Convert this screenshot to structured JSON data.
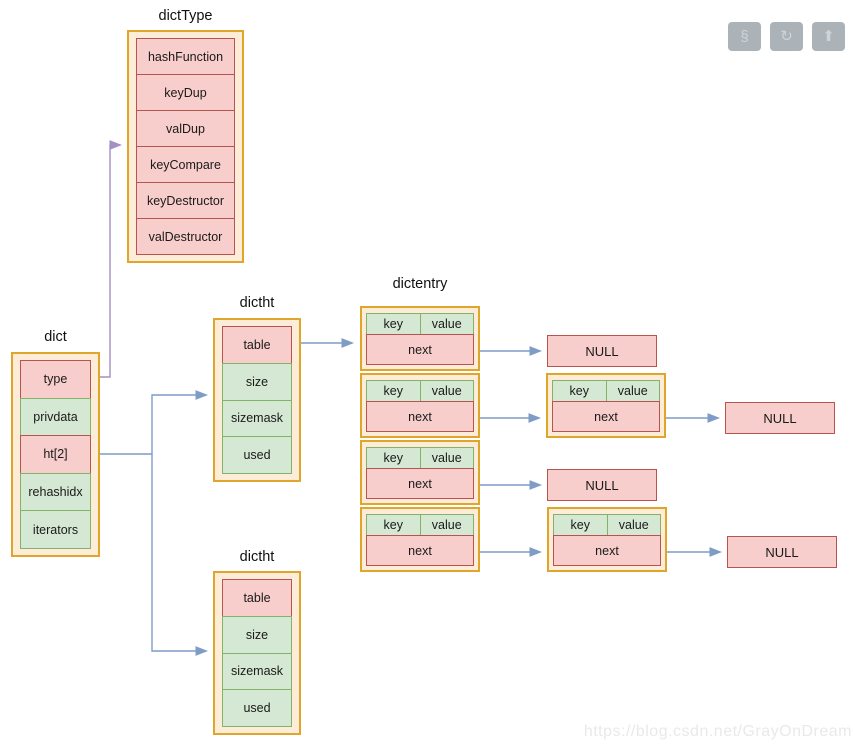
{
  "structs": {
    "dictType": {
      "title": "dictType",
      "fields": [
        {
          "label": "hashFunction",
          "color": "pink"
        },
        {
          "label": "keyDup",
          "color": "pink"
        },
        {
          "label": "valDup",
          "color": "pink"
        },
        {
          "label": "keyCompare",
          "color": "pink"
        },
        {
          "label": "keyDestructor",
          "color": "pink"
        },
        {
          "label": "valDestructor",
          "color": "pink"
        }
      ]
    },
    "dict": {
      "title": "dict",
      "fields": [
        {
          "label": "type",
          "color": "pink"
        },
        {
          "label": "privdata",
          "color": "green"
        },
        {
          "label": "ht[2]",
          "color": "pink"
        },
        {
          "label": "rehashidx",
          "color": "green"
        },
        {
          "label": "iterators",
          "color": "green"
        }
      ]
    },
    "dictht1": {
      "title": "dictht",
      "fields": [
        {
          "label": "table",
          "color": "pink"
        },
        {
          "label": "size",
          "color": "green"
        },
        {
          "label": "sizemask",
          "color": "green"
        },
        {
          "label": "used",
          "color": "green"
        }
      ]
    },
    "dictht2": {
      "title": "dictht",
      "fields": [
        {
          "label": "table",
          "color": "pink"
        },
        {
          "label": "size",
          "color": "green"
        },
        {
          "label": "sizemask",
          "color": "green"
        },
        {
          "label": "used",
          "color": "green"
        }
      ]
    }
  },
  "dictentry": {
    "title": "dictentry",
    "buckets": [
      {
        "key": "key",
        "value": "value",
        "next": "next"
      },
      {
        "key": "key",
        "value": "value",
        "next": "next"
      },
      {
        "key": "key",
        "value": "value",
        "next": "next"
      },
      {
        "key": "key",
        "value": "value",
        "next": "next"
      }
    ],
    "chained": [
      {
        "key": "key",
        "value": "value",
        "next": "next"
      },
      {
        "key": "key",
        "value": "value",
        "next": "next"
      }
    ],
    "nulls": [
      "NULL",
      "NULL",
      "NULL",
      "NULL"
    ]
  },
  "toolbar": {
    "buttons": [
      {
        "name": "section-sign",
        "glyph": "§"
      },
      {
        "name": "refresh",
        "glyph": "↻"
      },
      {
        "name": "back-to-top",
        "glyph": "⬆"
      }
    ]
  },
  "watermark": "https://blog.csdn.net/GrayOnDream",
  "colors": {
    "cell_pink_fill": "#f8cecc",
    "cell_pink_stroke": "#b85450",
    "cell_green_fill": "#d5e8d4",
    "cell_green_stroke": "#82b366",
    "wrapper_fill": "#fcecd8",
    "wrapper_stroke": "#dfa62b",
    "connector_blue": "#7e9cc5",
    "connector_purple": "#a58fc5",
    "button_gray": "#abb3b8"
  }
}
